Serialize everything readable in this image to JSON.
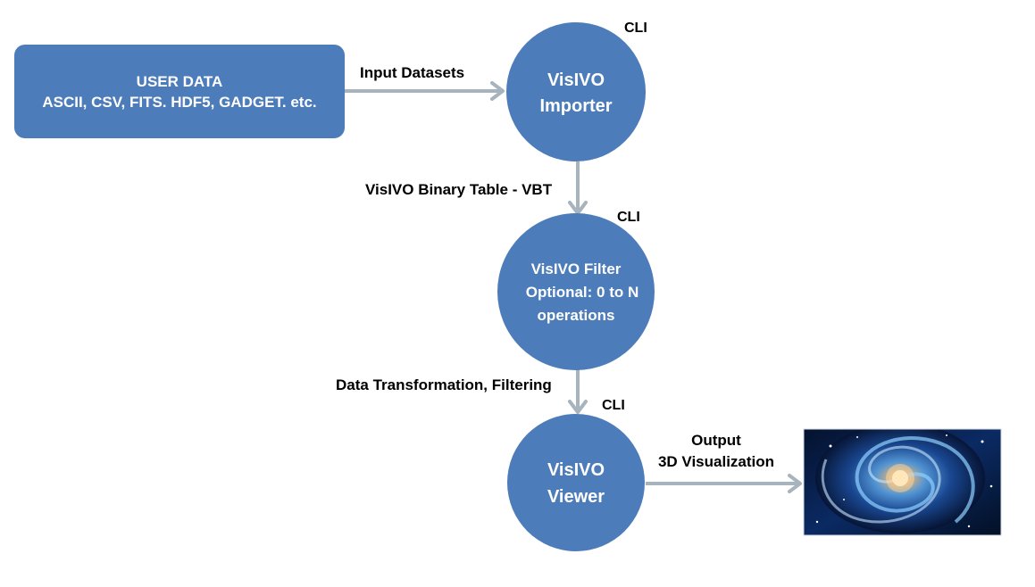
{
  "colors": {
    "node_fill": "#4c7cba",
    "arrow": "#a7b4bd",
    "label": "#000000",
    "node_text": "#ffffff"
  },
  "source": {
    "line1": "USER DATA",
    "line2": "ASCII, CSV, FITS. HDF5, GADGET. etc."
  },
  "importer": {
    "line1": "VisIVO",
    "line2": "Importer",
    "tag": "CLI"
  },
  "filter": {
    "line1": "VisIVO Filter",
    "line2": "Optional: 0 to N",
    "line3": "operations",
    "tag": "CLI"
  },
  "viewer": {
    "line1": "VisIVO",
    "line2": "Viewer",
    "tag": "CLI"
  },
  "edges": {
    "input": "Input Datasets",
    "vbt": "VisIVO Binary Table - VBT",
    "transform": "Data Transformation, Filtering",
    "output_line1": "Output",
    "output_line2": "3D Visualization"
  },
  "output_image": {
    "icon": "galaxy-image"
  }
}
